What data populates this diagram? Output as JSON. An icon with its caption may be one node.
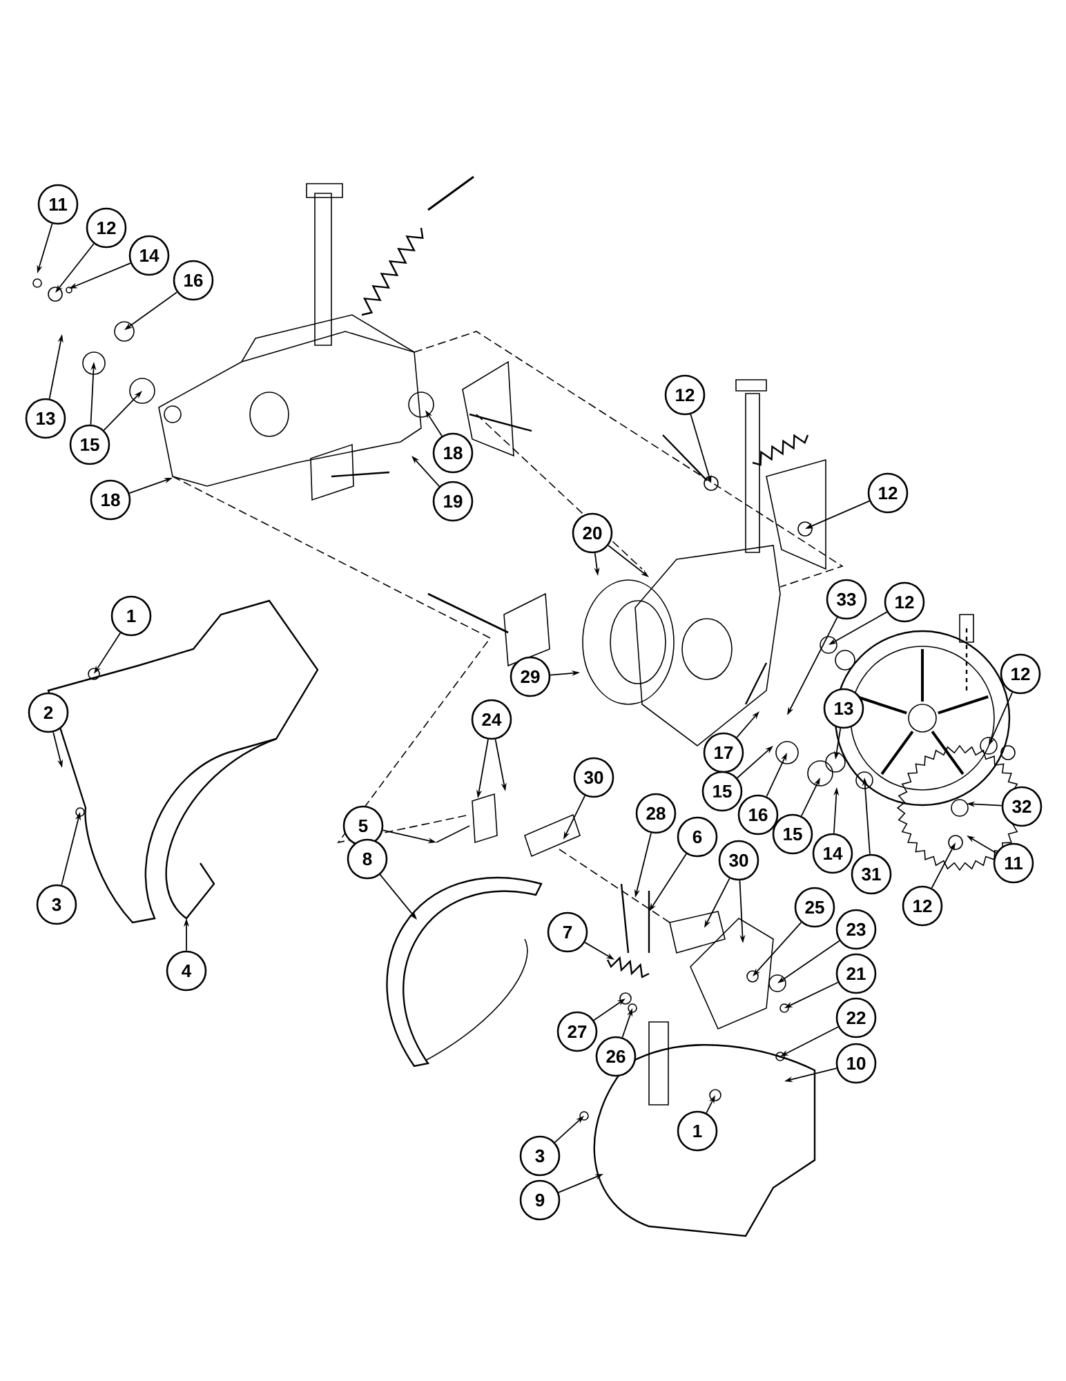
{
  "diagram": {
    "nodes": [
      {
        "text": [
          "11"
        ]
      },
      {
        "text": [
          "12"
        ]
      },
      {
        "text": [
          "14"
        ]
      },
      {
        "text": [
          "16"
        ]
      },
      {
        "text": [
          "13"
        ]
      },
      {
        "text": [
          "15"
        ]
      },
      {
        "text": [
          "18"
        ]
      },
      {
        "text": [
          "18"
        ]
      },
      {
        "text": [
          "19"
        ]
      },
      {
        "text": [
          "12"
        ]
      },
      {
        "text": [
          "12"
        ]
      },
      {
        "text": [
          "20"
        ]
      },
      {
        "text": [
          "33"
        ]
      },
      {
        "text": [
          "12"
        ]
      },
      {
        "text": [
          "29"
        ]
      },
      {
        "text": [
          "12"
        ]
      },
      {
        "text": [
          "1"
        ]
      },
      {
        "text": [
          "2"
        ]
      },
      {
        "text": [
          "13"
        ]
      },
      {
        "text": [
          "17"
        ]
      },
      {
        "text": [
          "15"
        ]
      },
      {
        "text": [
          "16"
        ]
      },
      {
        "text": [
          "15"
        ]
      },
      {
        "text": [
          "14"
        ]
      },
      {
        "text": [
          "31"
        ]
      },
      {
        "text": [
          "32"
        ]
      },
      {
        "text": [
          "3"
        ]
      },
      {
        "text": [
          "24"
        ]
      },
      {
        "text": [
          "5"
        ]
      },
      {
        "text": [
          "30"
        ]
      },
      {
        "text": [
          "28"
        ]
      },
      {
        "text": [
          "6"
        ]
      },
      {
        "text": [
          "11"
        ]
      },
      {
        "text": [
          "12"
        ]
      },
      {
        "text": [
          "4"
        ]
      },
      {
        "text": [
          "8"
        ]
      },
      {
        "text": [
          "30"
        ]
      },
      {
        "text": [
          "7"
        ]
      },
      {
        "text": [
          "25"
        ]
      },
      {
        "text": [
          "23"
        ]
      },
      {
        "text": [
          "21"
        ]
      },
      {
        "text": [
          "27"
        ]
      },
      {
        "text": [
          "26"
        ]
      },
      {
        "text": [
          "22"
        ]
      },
      {
        "text": [
          "10"
        ]
      },
      {
        "text": [
          "3"
        ]
      },
      {
        "text": [
          "1"
        ]
      },
      {
        "text": [
          "9"
        ]
      }
    ],
    "edges": [
      {
        "from": 0,
        "to": null,
        "arrow": "to"
      },
      {
        "from": 1,
        "to": null,
        "arrow": "to"
      },
      {
        "from": 2,
        "to": null,
        "arrow": "to"
      },
      {
        "from": 3,
        "to": null,
        "arrow": "to"
      },
      {
        "from": 4,
        "to": null,
        "arrow": "to"
      },
      {
        "from": 5,
        "to": null,
        "arrow": "to"
      },
      {
        "from": 5,
        "to": null,
        "arrow": "to"
      },
      {
        "from": 6,
        "to": null,
        "arrow": "to"
      },
      {
        "from": 7,
        "to": null,
        "arrow": "to"
      },
      {
        "from": 8,
        "to": null,
        "arrow": "to"
      },
      {
        "from": 9,
        "to": null,
        "arrow": "to"
      },
      {
        "from": 10,
        "to": null,
        "arrow": "to"
      },
      {
        "from": 11,
        "to": null,
        "arrow": "to"
      },
      {
        "from": 11,
        "to": null,
        "arrow": "to"
      },
      {
        "from": 12,
        "to": null,
        "arrow": "to"
      },
      {
        "from": 13,
        "to": null,
        "arrow": "to"
      },
      {
        "from": 14,
        "to": null,
        "arrow": "to"
      },
      {
        "from": 15,
        "to": null,
        "arrow": "to"
      },
      {
        "from": 16,
        "to": null,
        "arrow": "to"
      },
      {
        "from": 17,
        "to": null,
        "arrow": "to"
      },
      {
        "from": 18,
        "to": null,
        "arrow": "to"
      },
      {
        "from": 19,
        "to": null,
        "arrow": "to"
      },
      {
        "from": 20,
        "to": null,
        "arrow": "to"
      },
      {
        "from": 21,
        "to": null,
        "arrow": "to"
      },
      {
        "from": 22,
        "to": null,
        "arrow": "to"
      },
      {
        "from": 23,
        "to": null,
        "arrow": "to"
      },
      {
        "from": 24,
        "to": null,
        "arrow": "to"
      },
      {
        "from": 25,
        "to": null,
        "arrow": "to"
      },
      {
        "from": 26,
        "to": null,
        "arrow": "to"
      },
      {
        "from": 27,
        "to": null,
        "arrow": "to"
      },
      {
        "from": 27,
        "to": null,
        "arrow": "to"
      },
      {
        "from": 28,
        "to": null,
        "arrow": "to"
      },
      {
        "from": 29,
        "to": null,
        "arrow": "to"
      },
      {
        "from": 30,
        "to": null,
        "arrow": "to"
      },
      {
        "from": 31,
        "to": null,
        "arrow": "to"
      },
      {
        "from": 32,
        "to": null,
        "arrow": "to"
      },
      {
        "from": 33,
        "to": null,
        "arrow": "to"
      },
      {
        "from": 34,
        "to": null,
        "arrow": "to"
      },
      {
        "from": 35,
        "to": null,
        "arrow": "to"
      },
      {
        "from": 36,
        "to": null,
        "arrow": "to"
      },
      {
        "from": 36,
        "to": null,
        "arrow": "to"
      },
      {
        "from": 37,
        "to": null,
        "arrow": "to"
      },
      {
        "from": 38,
        "to": null,
        "arrow": "to"
      },
      {
        "from": 39,
        "to": null,
        "arrow": "to"
      },
      {
        "from": 40,
        "to": null,
        "arrow": "to"
      },
      {
        "from": 41,
        "to": null,
        "arrow": "to"
      },
      {
        "from": 42,
        "to": null,
        "arrow": "to"
      },
      {
        "from": 43,
        "to": null,
        "arrow": "to"
      },
      {
        "from": 44,
        "to": null,
        "arrow": "to"
      },
      {
        "from": 45,
        "to": null,
        "arrow": "to"
      },
      {
        "from": 46,
        "to": null,
        "arrow": "to"
      },
      {
        "from": 47,
        "to": null,
        "arrow": "to"
      }
    ]
  }
}
